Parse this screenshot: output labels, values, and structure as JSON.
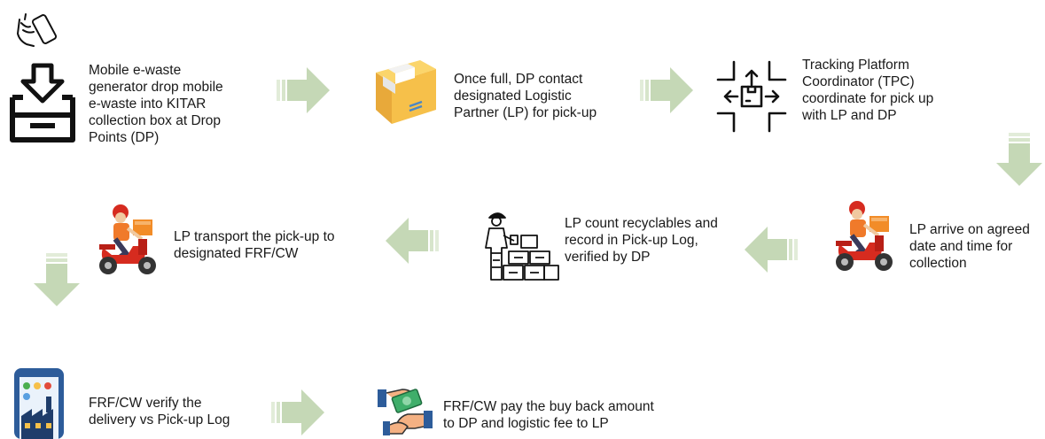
{
  "steps": [
    {
      "text": "Mobile e-waste\ngenerator drop mobile\ne-waste into KITAR\ncollection box at Drop\nPoints (DP)",
      "icon": "collection-box-icon"
    },
    {
      "text": "Once full, DP contact\ndesignated Logistic\nPartner (LP) for pick-up",
      "icon": "package-box-icon"
    },
    {
      "text": "Tracking Platform\nCoordinator (TPC)\ncoordinate for pick up\nwith LP and DP",
      "icon": "tracking-coordination-icon"
    },
    {
      "text": "LP arrive on agreed\ndate and time for\ncollection",
      "icon": "delivery-scooter-icon"
    },
    {
      "text": "LP count recyclables and\nrecord in Pick-up Log,\nverified by DP",
      "icon": "worker-counting-boxes-icon"
    },
    {
      "text": "LP transport the pick-up to\ndesignated FRF/CW",
      "icon": "delivery-scooter-icon"
    },
    {
      "text": "FRF/CW verify the\ndelivery vs Pick-up Log",
      "icon": "mobile-factory-icon"
    },
    {
      "text": "FRF/CW pay the buy back amount\nto DP and logistic fee to LP",
      "icon": "money-exchange-icon"
    }
  ],
  "colors": {
    "arrow": "#c5d8b6",
    "arrow_light": "#e2ecd9",
    "box": "#f6c04a",
    "scooter": "#d62b1f",
    "rider": "#f07a2a"
  }
}
